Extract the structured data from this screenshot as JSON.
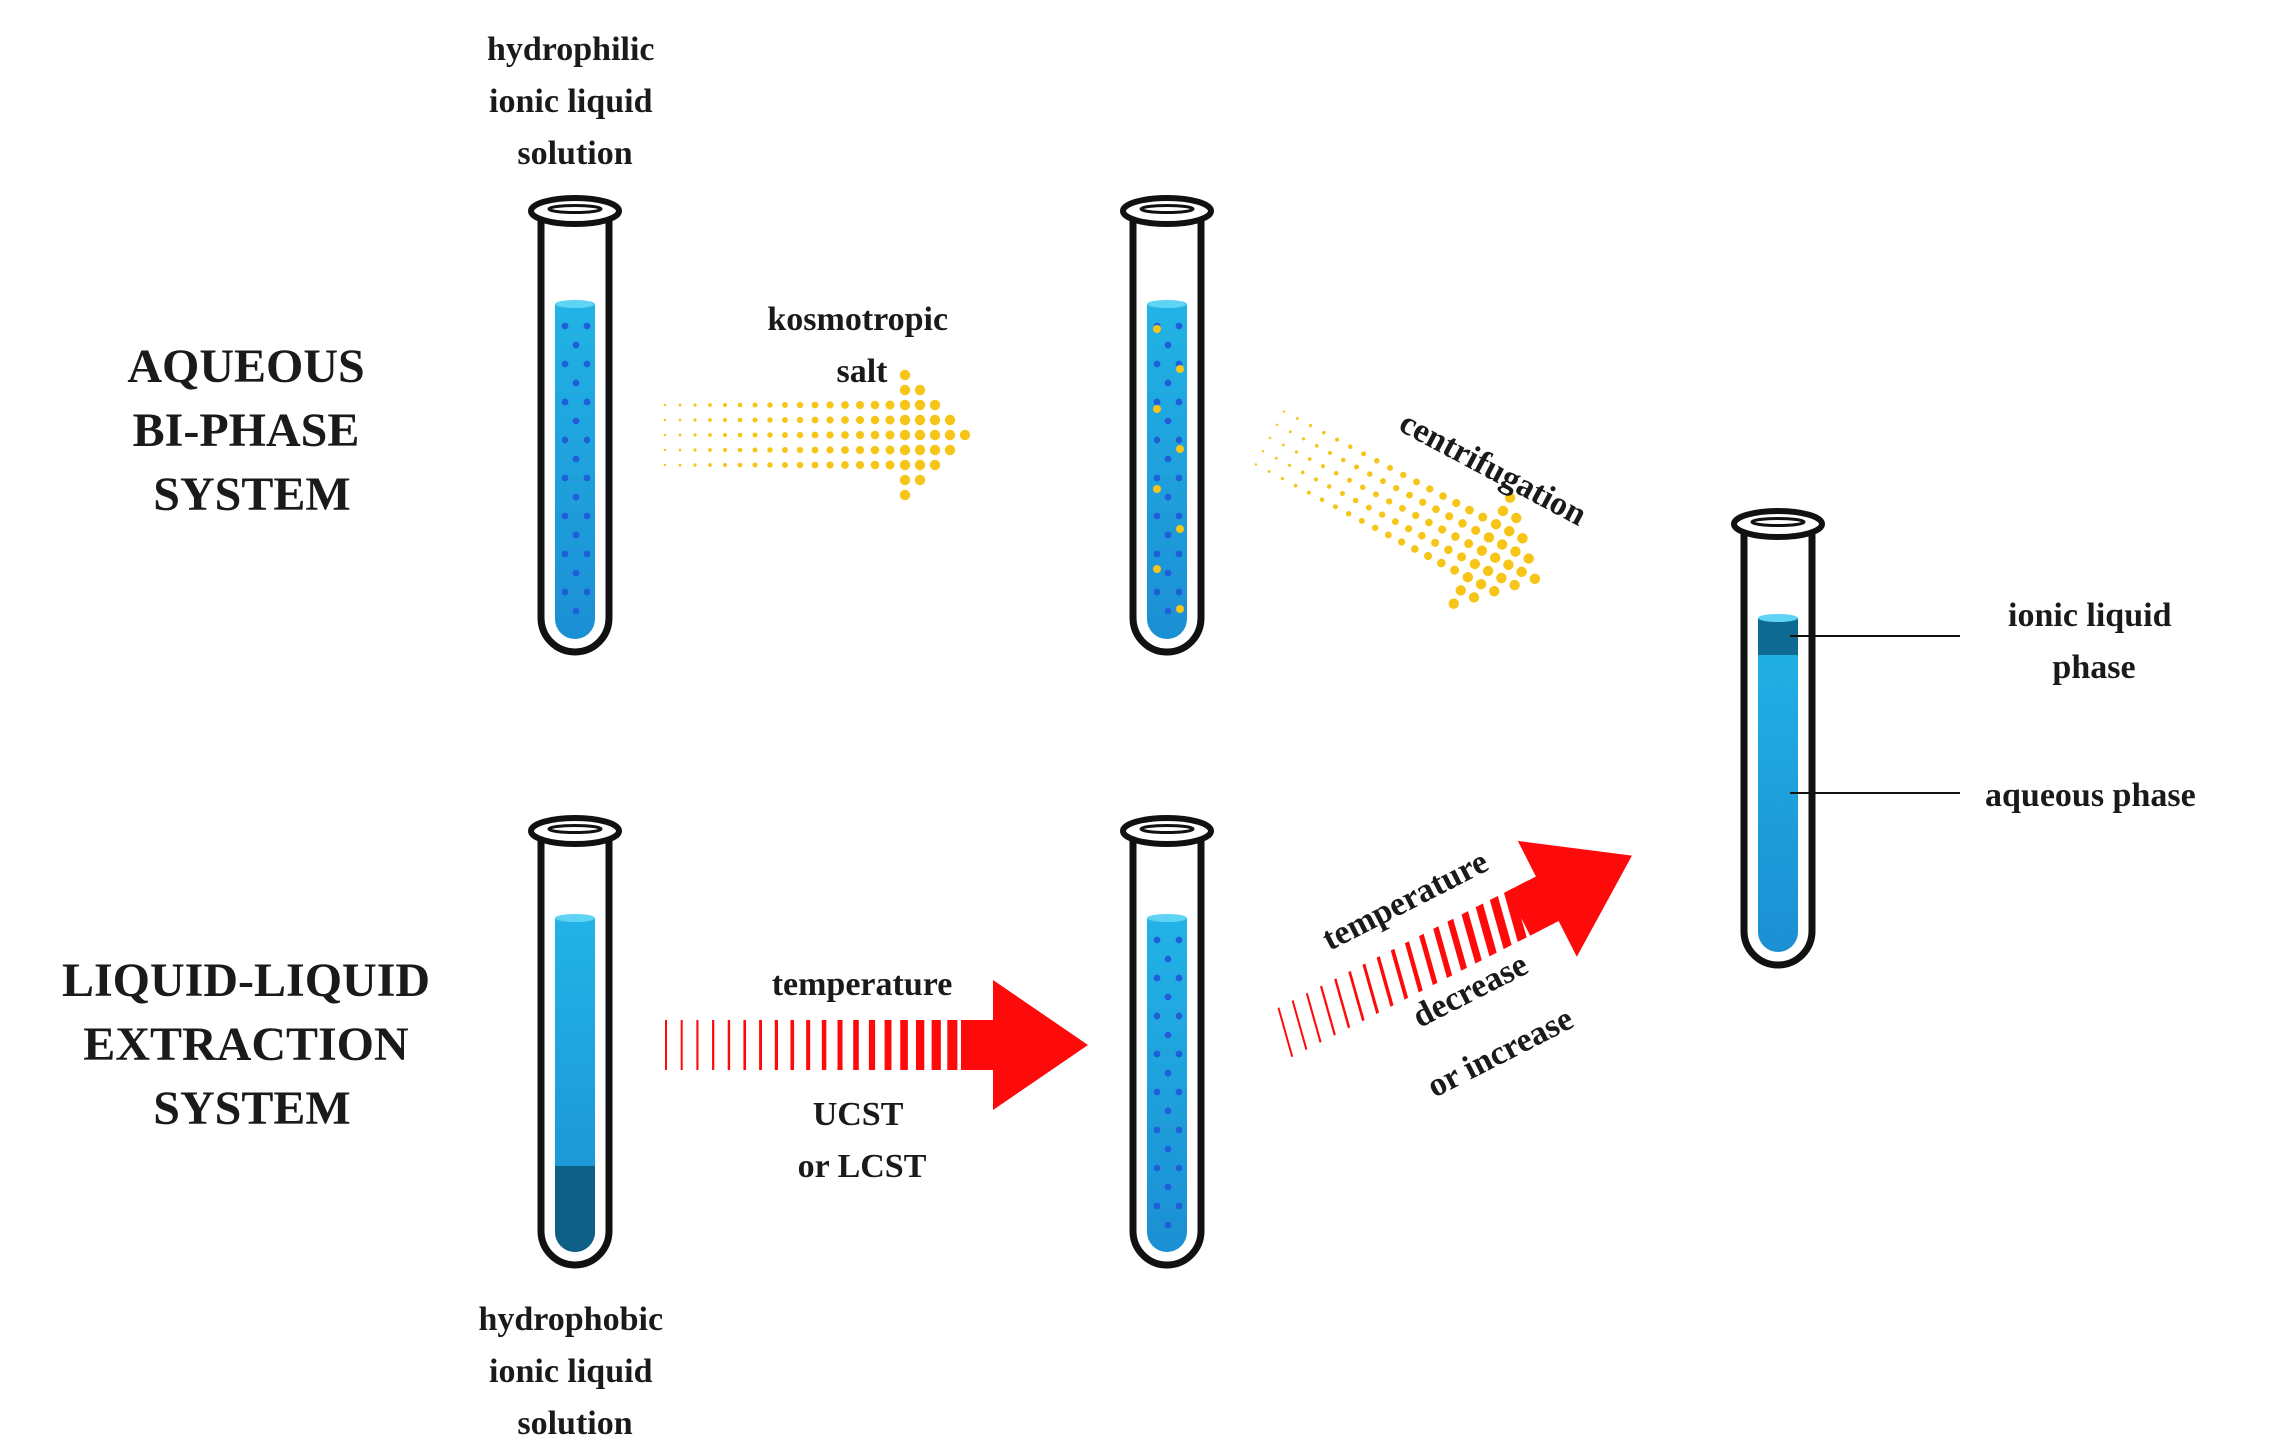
{
  "systems": {
    "aqueous": [
      "AQUEOUS",
      "BI-PHASE",
      "SYSTEM"
    ],
    "liquid": [
      "LIQUID-LIQUID",
      "EXTRACTION",
      "SYSTEM"
    ]
  },
  "labels": {
    "hydrophilic": [
      "hydrophilic",
      "ionic liquid",
      "solution"
    ],
    "hydrophobic": [
      "hydrophobic",
      "ionic liquid",
      "solution"
    ],
    "kosmotropic": [
      "kosmotropic",
      "salt"
    ],
    "centrifugation": "centrifugation",
    "temperature_mid": "temperature",
    "ucst": [
      "UCST",
      "or LCST"
    ],
    "temperature_diag": "temperature",
    "decrease": [
      "decrease",
      "or increase"
    ],
    "ionic_phase": [
      "ionic liquid",
      "phase"
    ],
    "aqueous_phase": "aqueous phase"
  },
  "colors": {
    "water": "#1ea7df",
    "water_top": "#5fd3f3",
    "dark_phase": "#0d5f86",
    "ionic_top": "#0e6a92",
    "dot": "#1f5fd8",
    "salt": "#f6c517",
    "temp_arrow": "#ff0a0a",
    "stroke": "#111111"
  },
  "icons": {
    "tube": "test-tube",
    "yellow_arrow": "dotted-arrow",
    "red_arrow": "striped-arrow"
  }
}
